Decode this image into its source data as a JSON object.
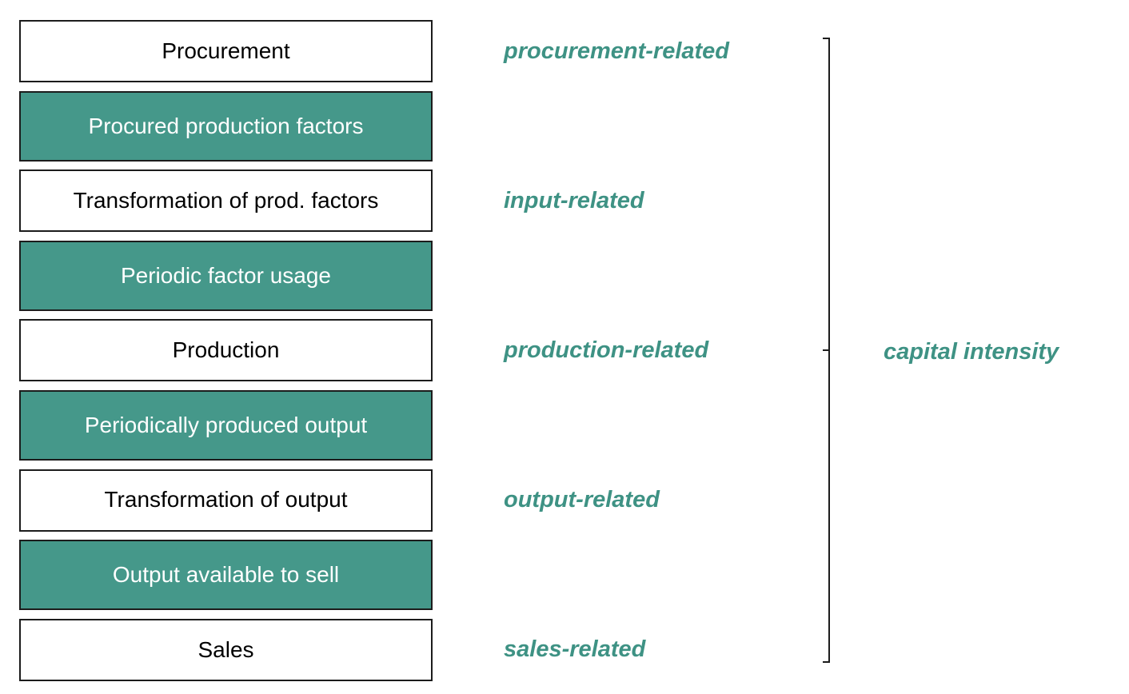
{
  "diagram": {
    "title_hint": "production flow stages with phase groupings",
    "stages": [
      {
        "label": "Procurement",
        "variant": "process"
      },
      {
        "label": "Procured production factors",
        "variant": "state"
      },
      {
        "label": "Transformation of prod. factors",
        "variant": "process"
      },
      {
        "label": "Periodic factor usage",
        "variant": "state"
      },
      {
        "label": "Production",
        "variant": "process"
      },
      {
        "label": "Periodically produced output",
        "variant": "state"
      },
      {
        "label": "Transformation of output",
        "variant": "process"
      },
      {
        "label": "Output available to sell",
        "variant": "state"
      },
      {
        "label": "Sales",
        "variant": "process"
      }
    ],
    "phase_labels": [
      {
        "label": "procurement-related",
        "aligned_stage": "Procurement"
      },
      {
        "label": "input-related",
        "aligned_stage": "Transformation of prod. factors"
      },
      {
        "label": "production-related",
        "aligned_stage": "Production"
      },
      {
        "label": "output-related",
        "aligned_stage": "Transformation of output"
      },
      {
        "label": "sales-related",
        "aligned_stage": "Sales"
      }
    ],
    "bracket": {
      "label": "capital intensity",
      "spans": "all phases"
    },
    "colors": {
      "teal_fill": "#45988a",
      "teal_text": "#3e9284",
      "box_border": "#1c1c1c",
      "white_box_text": "#000000",
      "state_box_text": "#ffffff",
      "background": "#ffffff"
    }
  }
}
